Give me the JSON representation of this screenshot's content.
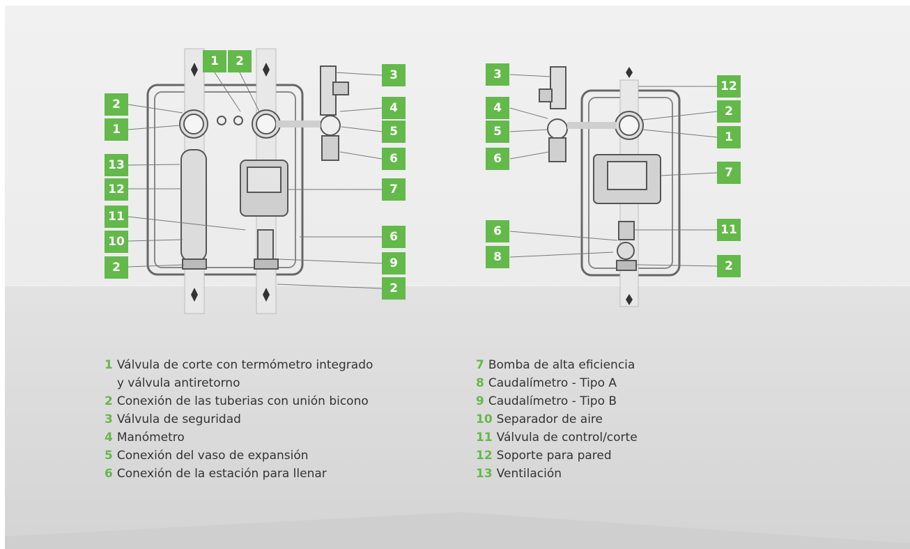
{
  "colors": {
    "accent": "#63b94a",
    "text": "#333333",
    "background_top": "#ececec",
    "background_bottom": "#dadada"
  },
  "diagrams": [
    {
      "labels": [
        "1",
        "2",
        "3",
        "2",
        "1",
        "4",
        "5",
        "6",
        "13",
        "7",
        "12",
        "11",
        "6",
        "10",
        "9",
        "2",
        "2"
      ]
    },
    {
      "labels": [
        "3",
        "12",
        "4",
        "2",
        "5",
        "1",
        "6",
        "7",
        "6",
        "11",
        "8",
        "2"
      ]
    }
  ],
  "legend": [
    {
      "num": "1",
      "text": "Válvula de corte con termómetro integrado y válvula antiretorno"
    },
    {
      "num": "2",
      "text": "Conexión de las tuberias con unión bicono"
    },
    {
      "num": "3",
      "text": "Válvula de seguridad"
    },
    {
      "num": "4",
      "text": "Manómetro"
    },
    {
      "num": "5",
      "text": "Conexión del vaso de expansión"
    },
    {
      "num": "6",
      "text": "Conexión de la estación para llenar"
    },
    {
      "num": "7",
      "text": "Bomba de alta eficiencia"
    },
    {
      "num": "8",
      "text": "Caudalímetro - Tipo A"
    },
    {
      "num": "9",
      "text": "Caudalímetro - Tipo B"
    },
    {
      "num": "10",
      "text": "Separador de aire"
    },
    {
      "num": "11",
      "text": "Válvula de control/corte"
    },
    {
      "num": "12",
      "text": "Soporte para pared"
    },
    {
      "num": "13",
      "text": "Ventilación"
    }
  ]
}
